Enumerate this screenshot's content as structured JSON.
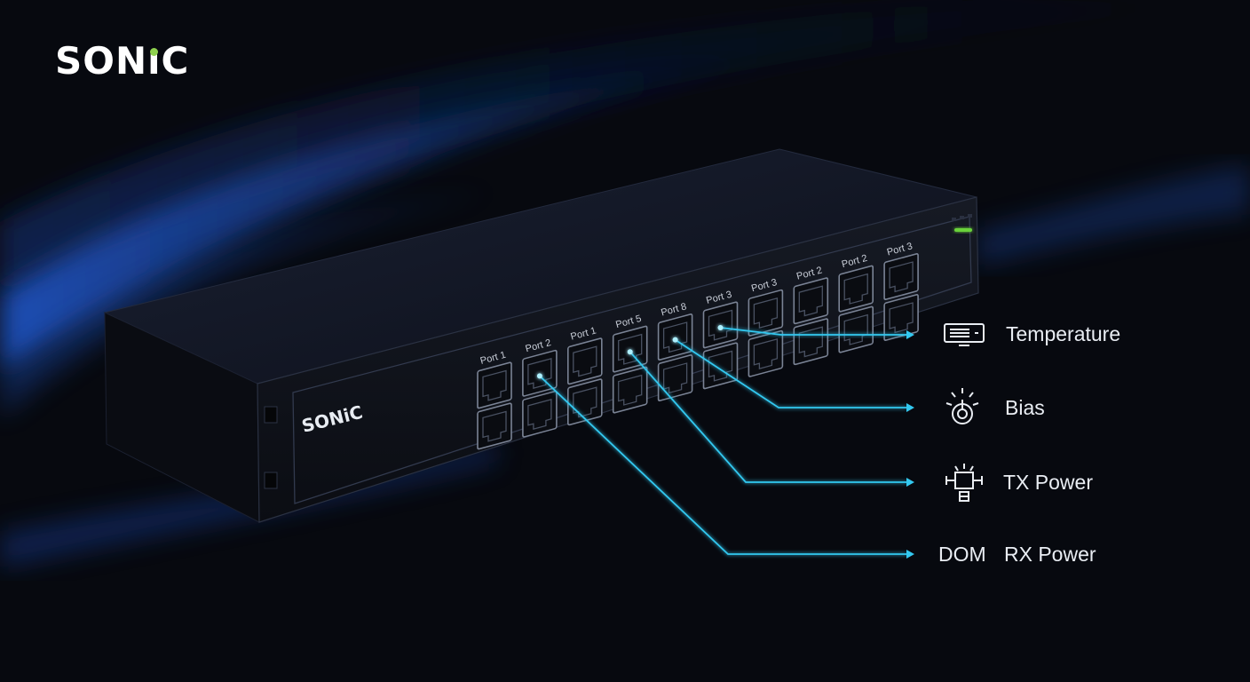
{
  "brand": {
    "logo_prefix": "SON",
    "logo_i": "i",
    "logo_suffix": "C",
    "front_logo": "SONiC",
    "accent_color": "#8fd14f"
  },
  "switch": {
    "status_led_color": "#6bd23a",
    "port_labels": [
      "Port 1",
      "Port 2",
      "Port 1",
      "Port 5",
      "Port 8",
      "Port 3",
      "Port 3",
      "Port 2",
      "Port 2",
      "Port 3"
    ]
  },
  "callouts": [
    {
      "icon": "thermometer-display-icon",
      "label": "Temperature"
    },
    {
      "icon": "bias-dial-icon",
      "label": "Bias"
    },
    {
      "icon": "tx-transmitter-icon",
      "label": "TX Power"
    },
    {
      "icon": "",
      "prefix": "DOM",
      "label": "RX Power"
    }
  ],
  "colors": {
    "background": "#07090f",
    "highlight_blue": "#1f56c8",
    "connector_cyan": "#33c8f0"
  }
}
